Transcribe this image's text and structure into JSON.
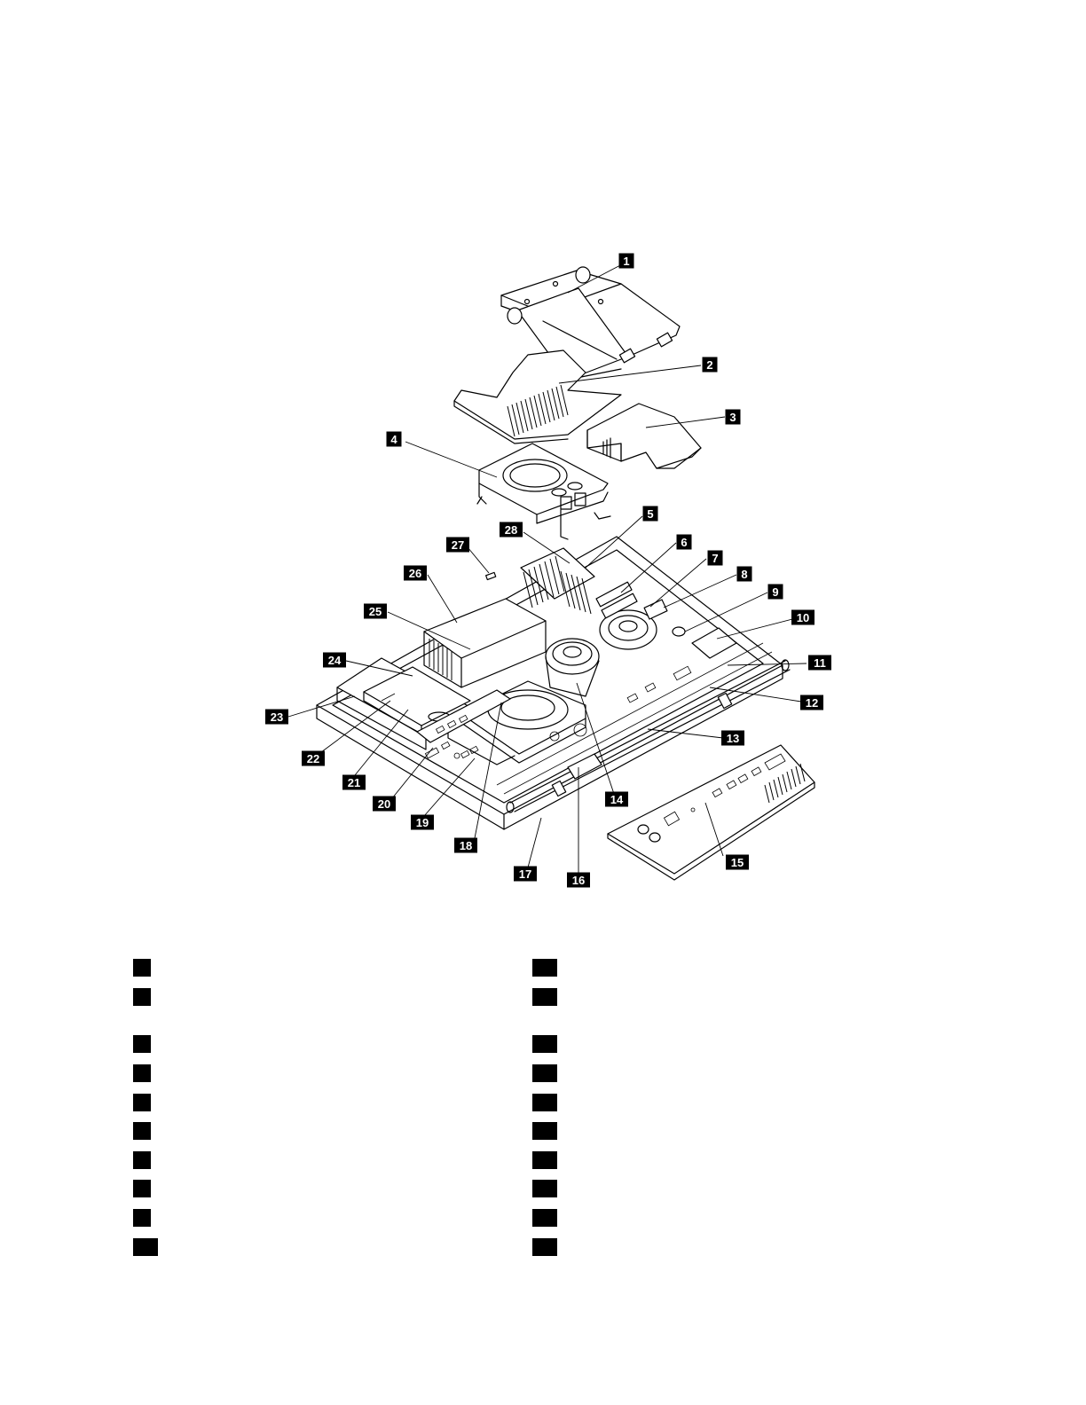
{
  "callouts": [
    {
      "n": "1"
    },
    {
      "n": "2"
    },
    {
      "n": "3"
    },
    {
      "n": "4"
    },
    {
      "n": "5"
    },
    {
      "n": "6"
    },
    {
      "n": "7"
    },
    {
      "n": "8"
    },
    {
      "n": "9"
    },
    {
      "n": "10"
    },
    {
      "n": "11"
    },
    {
      "n": "12"
    },
    {
      "n": "13"
    },
    {
      "n": "14"
    },
    {
      "n": "15"
    },
    {
      "n": "16"
    },
    {
      "n": "17"
    },
    {
      "n": "18"
    },
    {
      "n": "19"
    },
    {
      "n": "20"
    },
    {
      "n": "21"
    },
    {
      "n": "22"
    },
    {
      "n": "23"
    },
    {
      "n": "24"
    },
    {
      "n": "25"
    },
    {
      "n": "26"
    },
    {
      "n": "27"
    },
    {
      "n": "28"
    }
  ],
  "legend": {
    "left_count": 10,
    "right_count": 10
  }
}
